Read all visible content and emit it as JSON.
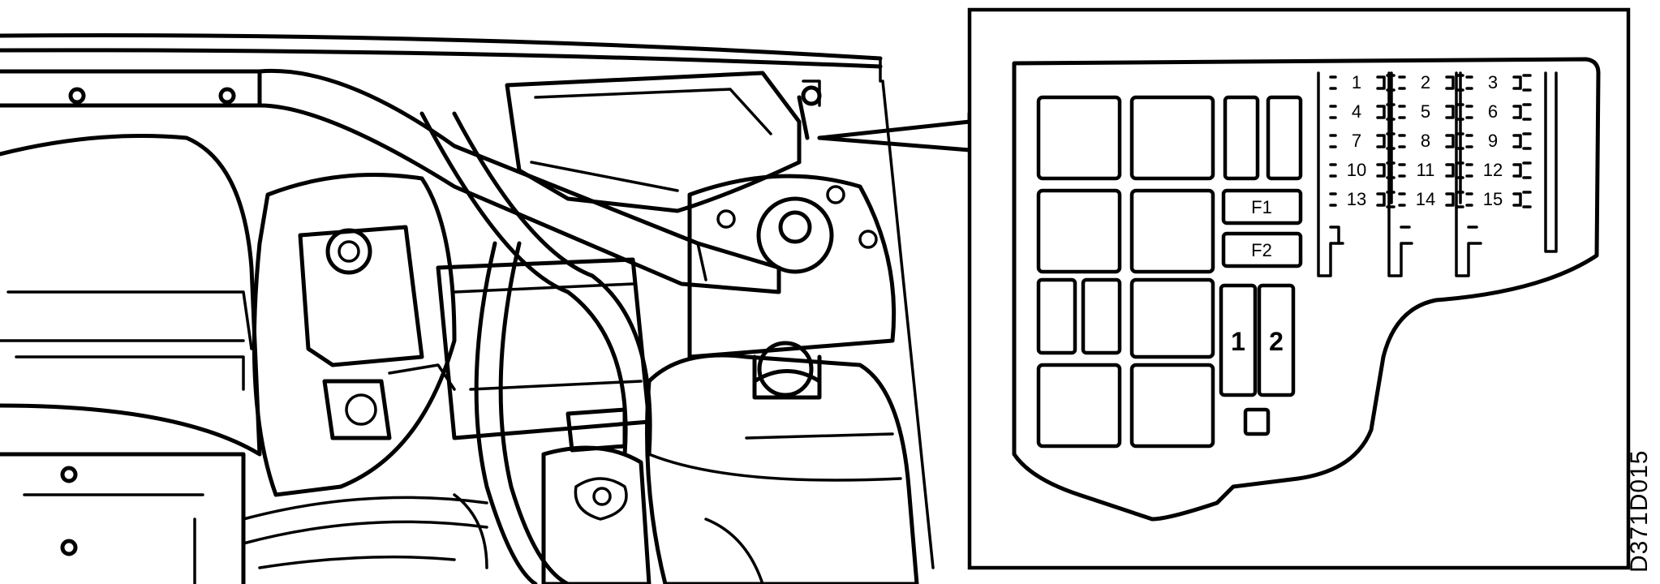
{
  "figure_code": "D371D015",
  "fuse_numbers": [
    "1",
    "2",
    "3",
    "4",
    "5",
    "6",
    "7",
    "8",
    "9",
    "10",
    "11",
    "12",
    "13",
    "14",
    "15"
  ],
  "fuse_labels": {
    "f1": "F1",
    "f2": "F2"
  },
  "relay_labels": {
    "r1": "1",
    "r2": "2"
  }
}
